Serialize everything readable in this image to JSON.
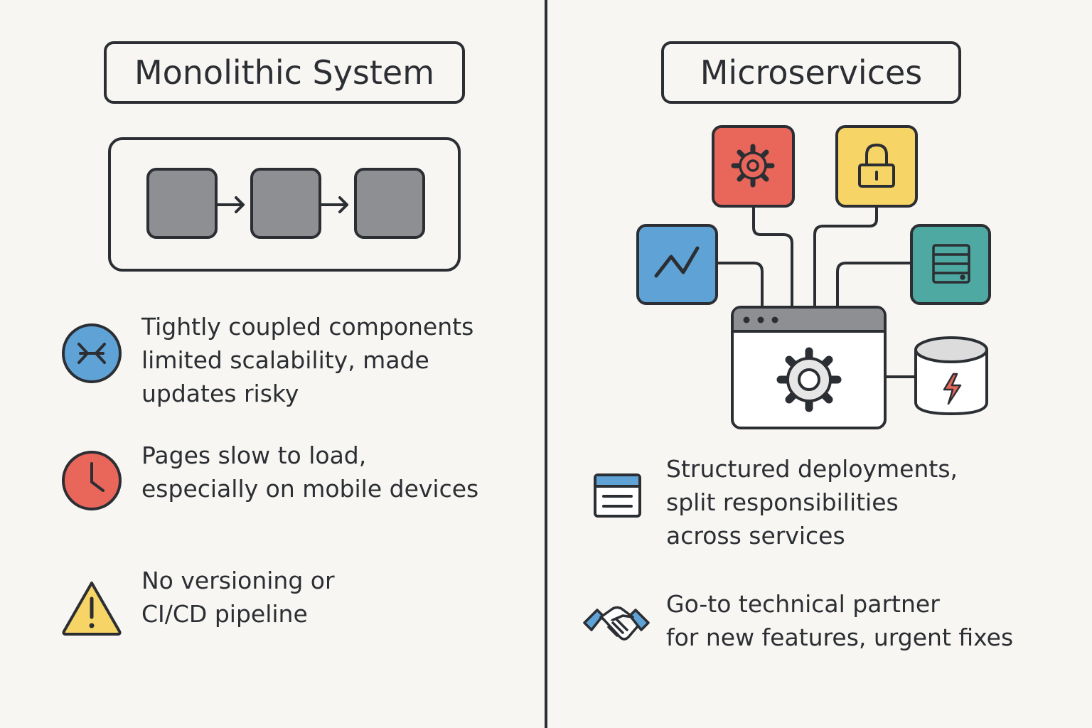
{
  "left": {
    "title": "Monolithic System",
    "points": [
      {
        "icon": "coupled-x-icon",
        "text": "Tightly coupled components\nlimited scalability, made\nupdates risky"
      },
      {
        "icon": "clock-icon",
        "text": "Pages slow to load,\nespecially on mobile devices"
      },
      {
        "icon": "warning-icon",
        "text": "No versioning or\nCI/CD pipeline"
      }
    ]
  },
  "right": {
    "title": "Microservices",
    "services": [
      {
        "icon": "gear-icon",
        "color": "#e8665a"
      },
      {
        "icon": "lock-icon",
        "color": "#f6d465"
      },
      {
        "icon": "trend-chart-icon",
        "color": "#5fa3d6"
      },
      {
        "icon": "server-icon",
        "color": "#4fa9a3"
      },
      {
        "icon": "database-lightning-icon",
        "color": "#ffffff"
      }
    ],
    "points": [
      {
        "icon": "document-list-icon",
        "text": "Structured deployments,\nsplit responsibilities\nacross services"
      },
      {
        "icon": "handshake-icon",
        "text": "Go-to technical partner\nfor new features, urgent fixes"
      }
    ]
  },
  "colors": {
    "ink": "#2b2e33",
    "background": "#f8f6f2",
    "module_gray": "#8e8f92",
    "blue": "#5fa3d6",
    "red": "#e8665a",
    "yellow": "#f6d465",
    "teal": "#4fa9a3"
  }
}
